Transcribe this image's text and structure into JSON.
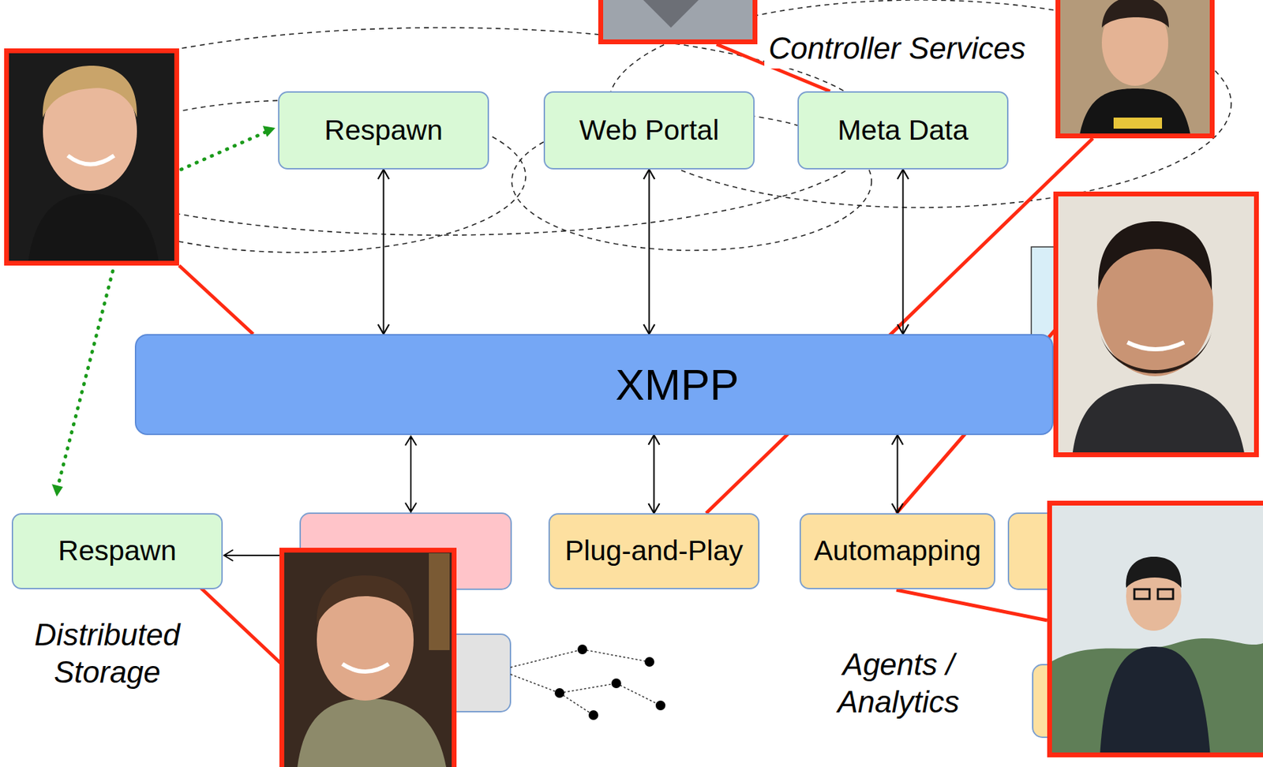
{
  "diagram": {
    "nodes": [
      {
        "text": [
          "Respawn"
        ]
      },
      {
        "text": [
          "Web Portal"
        ]
      },
      {
        "text": [
          "Meta Data"
        ]
      },
      {
        "text": [
          "XMPP"
        ]
      },
      {
        "text": [
          "Respawn"
        ]
      },
      {
        "text": [
          "Plug-and-Play"
        ]
      },
      {
        "text": [
          "Automapping"
        ]
      }
    ],
    "edges": [
      {
        "from": 0,
        "to": 3,
        "arrow": "both"
      },
      {
        "from": 1,
        "to": 3,
        "arrow": "both"
      },
      {
        "from": 2,
        "to": 3,
        "arrow": "both"
      },
      {
        "from": 3,
        "to": 5,
        "arrow": "both"
      },
      {
        "from": 3,
        "to": 6,
        "arrow": "both"
      }
    ],
    "labels": [
      "Controller Services",
      "Distributed Storage",
      "Agents / Analytics"
    ]
  }
}
